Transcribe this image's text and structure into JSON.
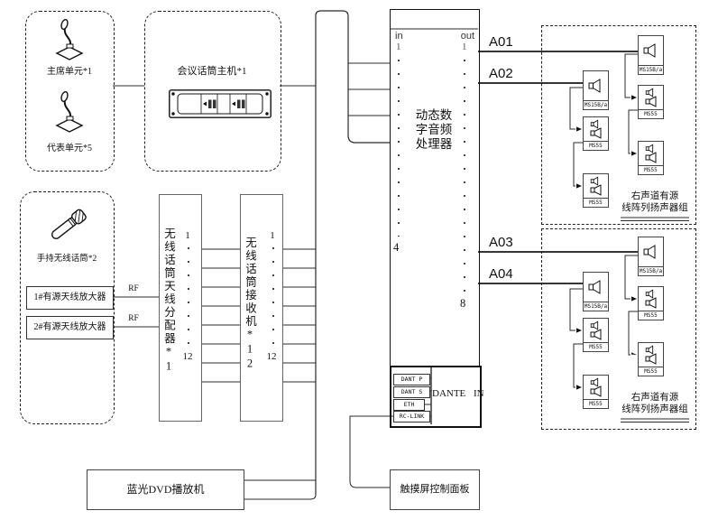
{
  "conference_group": {
    "chairman_label": "主席单元*1",
    "delegate_label": "代表单元*5"
  },
  "host": {
    "label": "会议话筒主机*1"
  },
  "wireless_group": {
    "handheld_label": "手持无线话筒*2",
    "amp1_label": "1#有源天线放大器",
    "amp2_label": "2#有源天线放大器",
    "rf_label": "RF"
  },
  "distributor": {
    "label": "无线话筒天线分配器*1",
    "ch_first": "1",
    "ch_last": "12"
  },
  "receiver": {
    "label": "无线话筒接收机*12",
    "ch_first": "1",
    "ch_last": "12"
  },
  "processor": {
    "in_label": "in",
    "out_label": "out",
    "in_first": "1",
    "in_last": "4",
    "out_first": "1",
    "out_last": "8",
    "name_line1": "动态数",
    "name_line2": "字音频",
    "name_line3": "处理器"
  },
  "dante": {
    "ports": [
      "DANT P",
      "DANT S",
      "ETH",
      "RC-LINK"
    ],
    "label": "DANTE IN"
  },
  "dvd": {
    "label": "蓝光DVD播放机"
  },
  "touch_panel": {
    "label": "触摸屏控制面板"
  },
  "outputs": {
    "a01": "A01",
    "a02": "A02",
    "a03": "A03",
    "a04": "A04"
  },
  "speaker_group_top": {
    "label_line1": "右声道有源",
    "label_line2": "线阵列扬声器组",
    "model_large": "MS15B/a",
    "model_small": "MS55"
  },
  "speaker_group_bottom": {
    "label_line1": "右声道有源",
    "label_line2": "线阵列扬声器组",
    "model_large": "MS15B/a",
    "model_small": "MS55"
  },
  "colors": {
    "line": "#2b2b2b",
    "background": "#ffffff"
  }
}
